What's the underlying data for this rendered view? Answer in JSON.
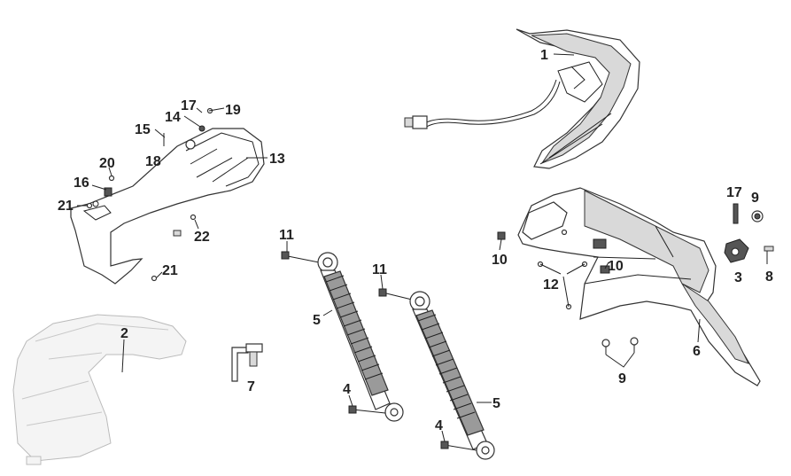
{
  "labels": {
    "taillight": "1",
    "front_lower_panel": "2",
    "reflector": "3",
    "bolt_left_lower_shock": "4",
    "bolt_right_lower_shock": "4",
    "shock_absorber_left": "5",
    "shock_absorber_right": "5",
    "rear_fender_bracket": "6",
    "bracket_small": "7",
    "screw_8": "8",
    "screw_9_top": "9",
    "screws_9_bottom": "9",
    "nut_left": "10",
    "nut_right": "10",
    "bolt_11_left": "11",
    "bolt_11_right": "11",
    "clips_12": "12",
    "rear_mudguard": "13",
    "washer_14": "14",
    "screw_15": "15",
    "clip_16": "16",
    "part_17_left": "17",
    "part_17_right": "17",
    "part_18": "18",
    "part_19": "19",
    "part_20": "20",
    "screw_21_top": "21",
    "screw_21_bottom": "21",
    "part_22": "22"
  }
}
